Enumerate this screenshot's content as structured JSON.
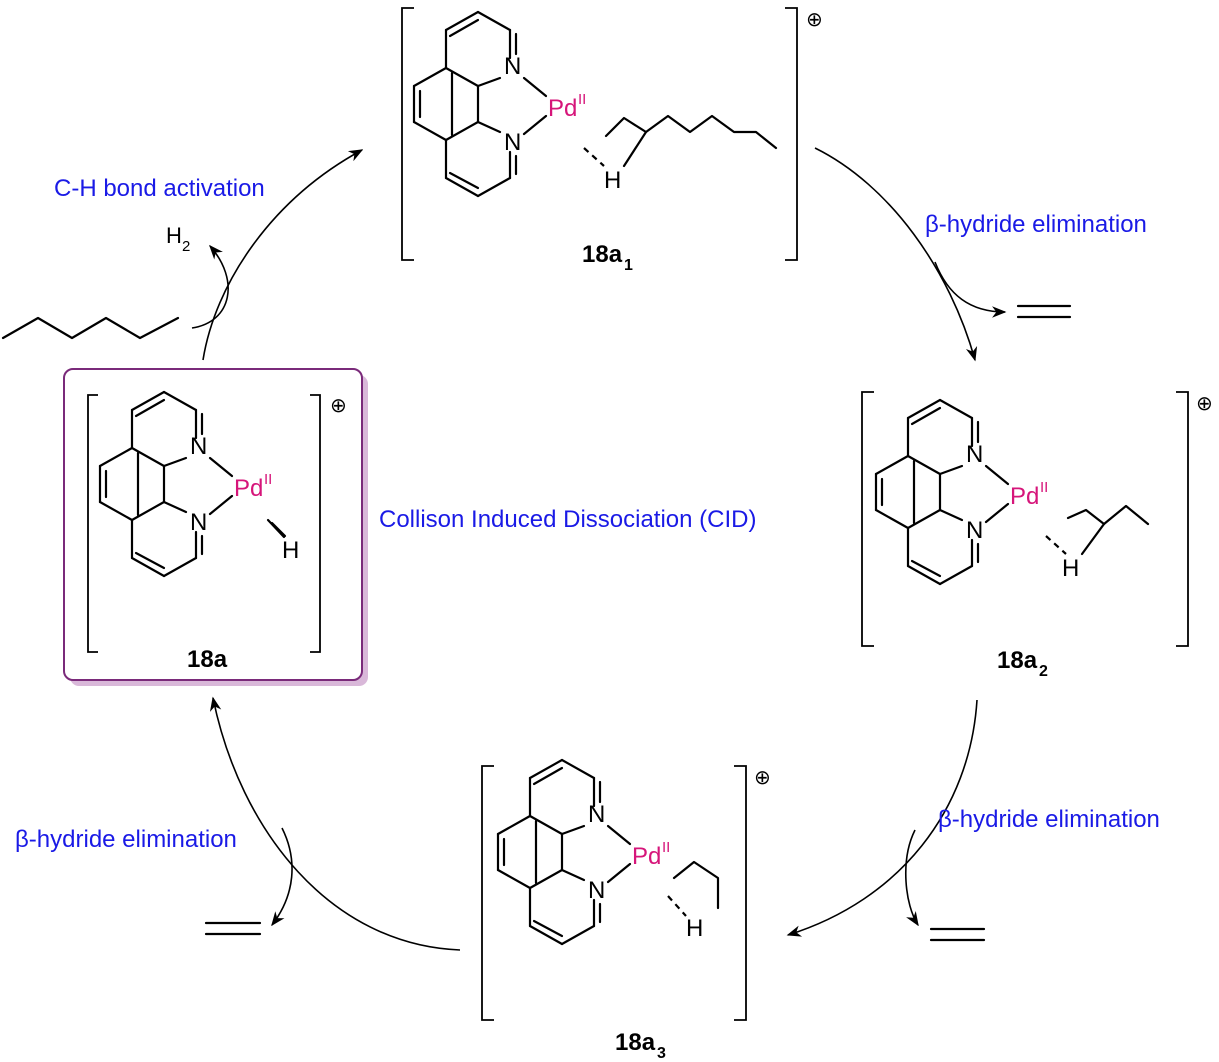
{
  "colors": {
    "palladium": "#d6157a",
    "step_text": "#1a1ae6",
    "highlight_border": "#7a2a7a",
    "highlight_shadow": "#d9b8d9"
  },
  "atoms": {
    "nitrogen": "N",
    "palladium": "Pd",
    "oxidation_state": "II",
    "hydrogen": "H",
    "charge": "⊕"
  },
  "compounds": {
    "c18a": {
      "label": "18a"
    },
    "c18a1": {
      "label": "18a",
      "subscript": "1"
    },
    "c18a2": {
      "label": "18a",
      "subscript": "2"
    },
    "c18a3": {
      "label": "18a",
      "subscript": "3"
    }
  },
  "steps": {
    "ch_activation": "C-H bond activation",
    "beta_elim_1": "β-hydride elimination",
    "beta_elim_2": "β-hydride elimination",
    "beta_elim_3": "β-hydride elimination",
    "cid": "Collison Induced Dissociation (CID)"
  },
  "byproducts": {
    "hydrogen_gas": "H",
    "hydrogen_gas_subscript": "2"
  }
}
